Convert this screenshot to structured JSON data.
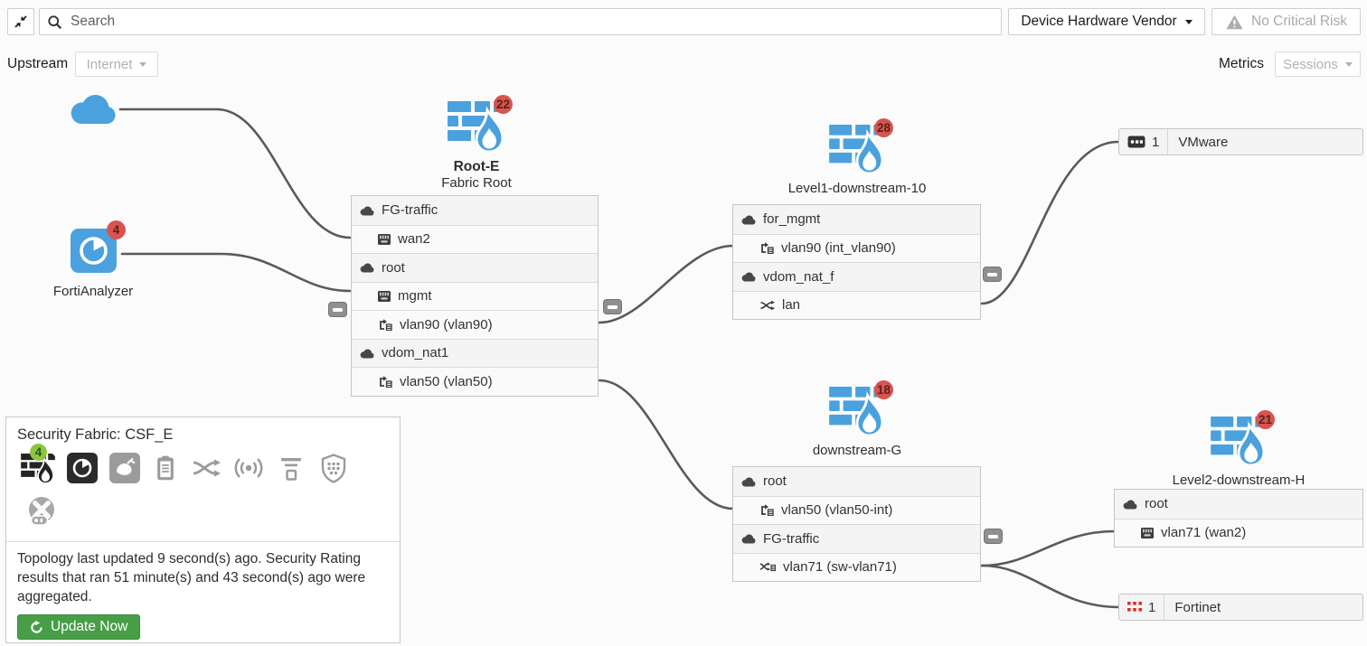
{
  "topbar": {
    "search_placeholder": "Search",
    "vendor_dropdown_label": "Device Hardware Vendor",
    "risk_button_label": "No Critical Risk"
  },
  "toolbar": {
    "upstream_label": "Upstream",
    "upstream_value": "Internet",
    "metrics_label": "Metrics",
    "metrics_value": "Sessions"
  },
  "nodes": {
    "fortianalyzer": {
      "label": "FortiAnalyzer",
      "badge": "4"
    },
    "root_e": {
      "name": "Root-E",
      "subtitle": "Fabric Root",
      "badge": "22",
      "rows": [
        {
          "type": "vdom",
          "label": "FG-traffic"
        },
        {
          "type": "port",
          "label": "wan2"
        },
        {
          "type": "vdom",
          "label": "root"
        },
        {
          "type": "port",
          "label": "mgmt"
        },
        {
          "type": "vlan",
          "label": "vlan90 (vlan90)"
        },
        {
          "type": "vdom",
          "label": "vdom_nat1"
        },
        {
          "type": "vlan",
          "label": "vlan50 (vlan50)"
        }
      ]
    },
    "level1": {
      "name": "Level1-downstream-10",
      "badge": "28",
      "rows": [
        {
          "type": "vdom",
          "label": "for_mgmt"
        },
        {
          "type": "vlan",
          "label": "vlan90 (int_vlan90)"
        },
        {
          "type": "vdom",
          "label": "vdom_nat_f"
        },
        {
          "type": "lan",
          "label": "lan"
        }
      ]
    },
    "downstream_g": {
      "name": "downstream-G",
      "badge": "18",
      "rows": [
        {
          "type": "vdom",
          "label": "root"
        },
        {
          "type": "vlan",
          "label": "vlan50 (vlan50-int)"
        },
        {
          "type": "vdom",
          "label": "FG-traffic"
        },
        {
          "type": "swvlan",
          "label": "vlan71 (sw-vlan71)"
        }
      ]
    },
    "level2": {
      "name": "Level2-downstream-H",
      "badge": "21",
      "rows": [
        {
          "type": "vdom",
          "label": "root"
        },
        {
          "type": "port",
          "label": "vlan71 (wan2)"
        }
      ]
    },
    "vmware": {
      "count": "1",
      "label": "VMware"
    },
    "fortinet": {
      "count": "1",
      "label": "Fortinet"
    }
  },
  "fabric_panel": {
    "title": "Security Fabric: CSF_E",
    "fortigate_badge": "4",
    "status_text": "Topology last updated 9 second(s) ago. Security Rating results that ran 51 minute(s) and 43 second(s) ago were aggregated.",
    "update_button_label": "Update Now"
  },
  "colors": {
    "fortinet_blue": "#4AA1DD",
    "badge_red": "#D9534F",
    "badge_green": "#8CC63F",
    "update_green": "#479E47",
    "link_gray": "#5A5A5A"
  }
}
